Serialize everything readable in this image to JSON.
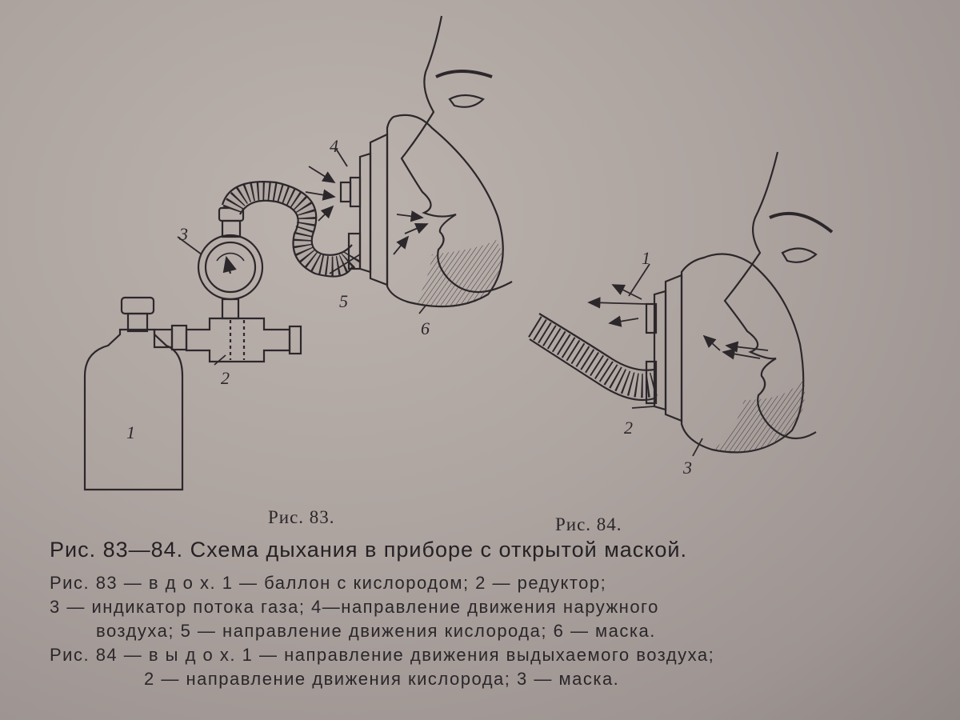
{
  "figures": {
    "fig83_label": "Рис. 83.",
    "fig84_label": "Рис. 84.",
    "fig83_callouts": [
      "1",
      "2",
      "3",
      "4",
      "5",
      "6"
    ],
    "fig84_callouts": [
      "1",
      "2",
      "3"
    ]
  },
  "caption": {
    "title": "Рис. 83—84. Схема дыхания в приборе с открытой маской.",
    "lines": [
      "Рис. 83 — в д о х. 1 — баллон с кислородом; 2 — редуктор;",
      "3 — индикатор потока газа; 4—направление движения наружного",
      "воздуха; 5 — направление движения кислорода; 6 — маска.",
      "Рис. 84 — в ы д о х. 1 — направление движения выдыхаемого воздуха;",
      "2 — направление движения кислорода; 3 — маска."
    ]
  }
}
